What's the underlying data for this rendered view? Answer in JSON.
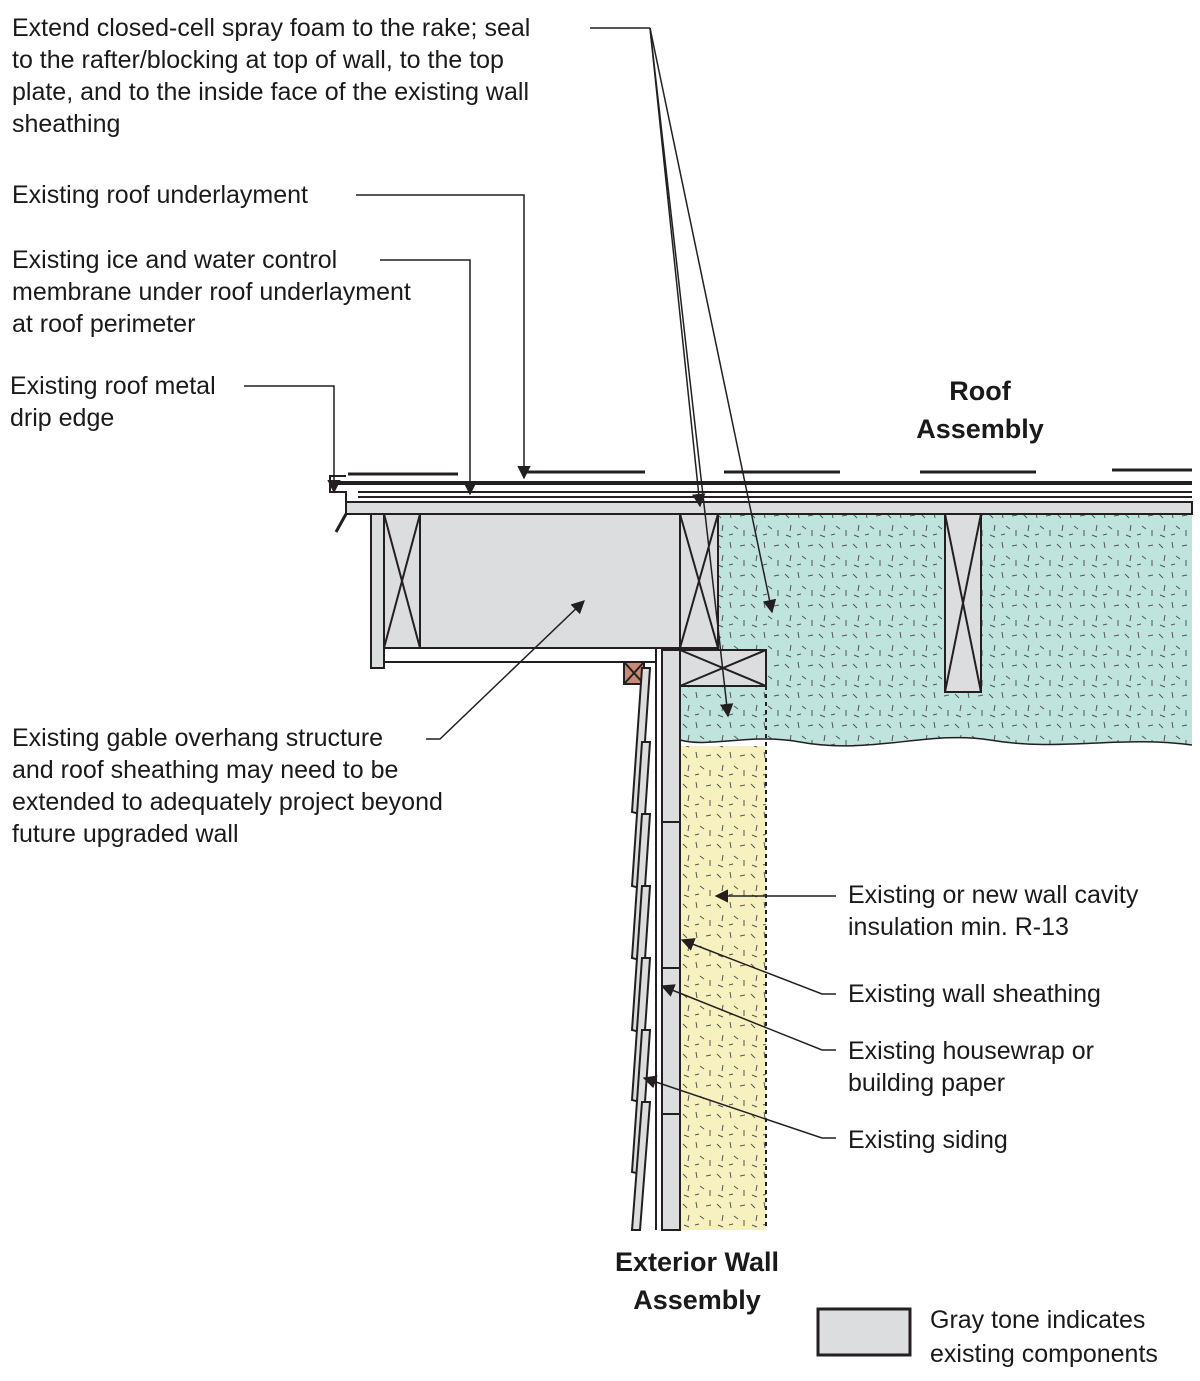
{
  "section_titles": {
    "roof": "Roof\nAssembly",
    "wall": "Exterior Wall\nAssembly"
  },
  "callouts": {
    "spray_foam": "Extend closed-cell spray foam to the rake; seal\nto the rafter/blocking at top of wall, to the top\nplate, and to the inside face of the existing wall\nsheathing",
    "underlayment": "Existing roof underlayment",
    "ice_water": "Existing ice and water control\nmembrane under roof underlayment\nat roof perimeter",
    "drip_edge": "Existing roof metal\ndrip edge",
    "overhang": "Existing gable overhang structure\nand roof sheathing may need to be\nextended to adequately project beyond\nfuture upgraded wall",
    "cavity_insulation": "Existing or new wall cavity\ninsulation min. R-13",
    "wall_sheathing": "Existing wall sheathing",
    "housewrap": "Existing housewrap or\nbuilding paper",
    "siding": "Existing siding"
  },
  "legend": {
    "label": "Gray tone indicates\nexisting components",
    "swatch_color": "#dcdddf"
  },
  "colors": {
    "spray_foam": "#bfe3dd",
    "cavity_insulation": "#f7f1bf",
    "existing_gray": "#dcdddf",
    "top_plate_block": "#c98a78",
    "line": "#231f20"
  }
}
